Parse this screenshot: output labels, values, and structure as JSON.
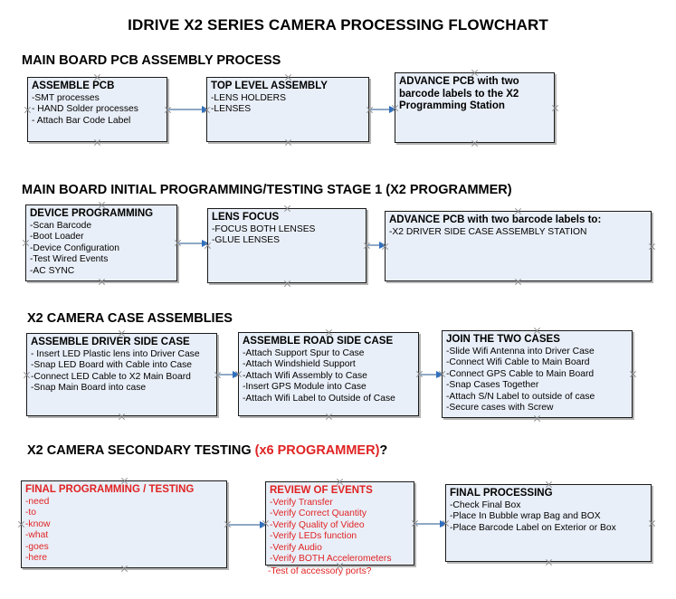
{
  "document": {
    "title": "IDRIVE X2  SERIES CAMERA PROCESSING FLOWCHART",
    "accent_red": "#e02323",
    "box_fill": "#e9eff8",
    "box_border": "#1a1a1a",
    "connector_color": "#8fa9c4",
    "arrowhead_color": "#2f6fbf"
  },
  "sections": [
    {
      "id": "main-board-pcb-assembly-process",
      "heading": "MAIN BOARD PCB ASSEMBLY PROCESS",
      "boxes": [
        {
          "id": "assemble-pcb",
          "title": "ASSEMBLE PCB",
          "lines": [
            "-SMT processes",
            "- HAND Solder processes",
            "- Attach Bar Code Label"
          ]
        },
        {
          "id": "top-level-assembly",
          "title": "TOP LEVEL ASSEMBLY",
          "lines": [
            "-LENS HOLDERS",
            "-LENSES"
          ]
        },
        {
          "id": "advance-pcb-to-x2-programming-station",
          "title": "ADVANCE PCB with two barcode labels to the  X2 Programming Station",
          "lines": []
        }
      ]
    },
    {
      "id": "main-board-initial-programming-testing-stage-1",
      "heading": "MAIN BOARD INITIAL PROGRAMMING/TESTING STAGE 1 (X2 PROGRAMMER)",
      "boxes": [
        {
          "id": "device-programming",
          "title": "DEVICE PROGRAMMING",
          "lines": [
            "-Scan Barcode",
            "-Boot Loader",
            "-Device Configuration",
            "-Test Wired Events",
            "-AC SYNC"
          ]
        },
        {
          "id": "lens-focus",
          "title": "LENS FOCUS",
          "lines": [
            "-FOCUS BOTH LENSES",
            "-GLUE LENSES"
          ]
        },
        {
          "id": "advance-pcb-to-driver-side-case-assembly",
          "title": "ADVANCE PCB with two barcode labels to:",
          "lines": [
            "-X2 DRIVER  SIDE  CASE  ASSEMBLY STATION"
          ]
        }
      ]
    },
    {
      "id": "x2-camera-case-assemblies",
      "heading": "X2 CAMERA CASE ASSEMBLIES",
      "boxes": [
        {
          "id": "assemble-driver-side-case",
          "title": "ASSEMBLE DRIVER SIDE CASE",
          "lines": [
            "- Insert LED Plastic lens into Driver Case",
            "-Snap LED Board with Cable into Case",
            "-Connect LED Cable to X2 Main Board",
            "-Snap Main Board into case"
          ]
        },
        {
          "id": "assemble-road-side-case",
          "title": "ASSEMBLE ROAD SIDE CASE",
          "lines": [
            "-Attach Support Spur to Case",
            "-Attach Windshield Support",
            "-Attach Wifi Assembly to Case",
            "-Insert GPS Module into Case",
            "-Attach Wifi Label to Outside of Case"
          ]
        },
        {
          "id": "join-the-two-cases",
          "title": "JOIN THE TWO CASES",
          "lines": [
            "-Slide Wifi Antenna into Driver Case",
            "-Connect Wifi Cable to Main Board",
            "-Connect GPS Cable to Main Board",
            "-Snap Cases Together",
            "-Attach S/N Label to outside of case",
            "-Secure cases with Screw"
          ]
        }
      ]
    },
    {
      "id": "x2-camera-secondary-testing",
      "heading_black": "X2 CAMERA SECONDARY TESTING ",
      "heading_red": "(x6 PROGRAMMER)",
      "heading_tail": "?",
      "boxes": [
        {
          "id": "final-programming-testing",
          "title": "FINAL PROGRAMMING / TESTING",
          "lines": [
            "-need",
            "-to",
            "-know",
            "-what",
            "-goes",
            "-here"
          ]
        },
        {
          "id": "review-of-events",
          "title": "REVIEW OF EVENTS",
          "lines": [
            "-Verify Transfer",
            "-Verify Correct Quantity",
            "-Verify Quality of Video",
            "-Verify LEDs function",
            "-Verify Audio",
            "-Verify BOTH Accelerometers"
          ],
          "overflow_line": "-Test of accessory ports?"
        },
        {
          "id": "final-processing",
          "title": "FINAL PROCESSING",
          "lines": [
            " -Check Final Box",
            "-Place In Bubble wrap Bag and BOX",
            "-Place Barcode Label on Exterior or Box"
          ]
        }
      ]
    }
  ]
}
